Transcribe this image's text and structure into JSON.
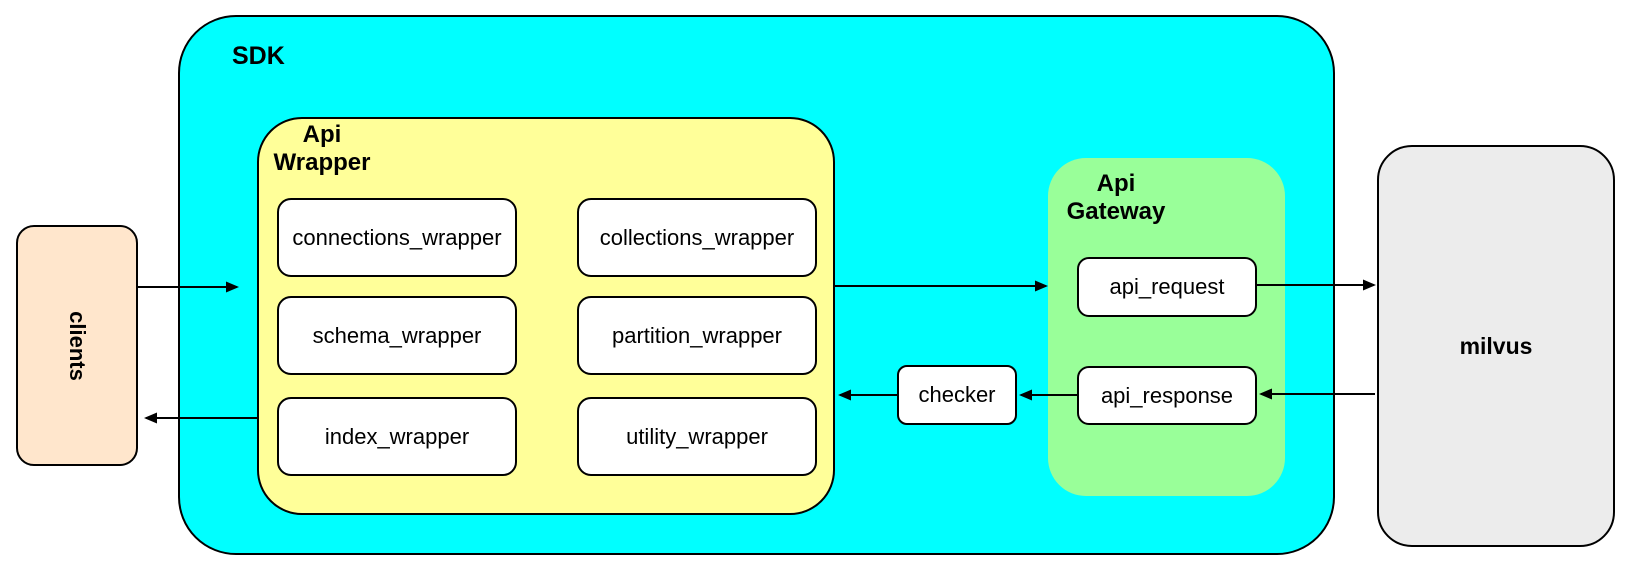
{
  "clients": {
    "label": "clients"
  },
  "sdk": {
    "label": "SDK"
  },
  "api_wrapper": {
    "line1": "Api",
    "line2": "Wrapper",
    "col1": [
      "connections_wrapper",
      "schema_wrapper",
      "index_wrapper"
    ],
    "col2": [
      "collections_wrapper",
      "partition_wrapper",
      "utility_wrapper"
    ]
  },
  "checker": {
    "label": "checker"
  },
  "api_gateway": {
    "line1": "Api",
    "line2": "Gateway",
    "request": "api_request",
    "response": "api_response"
  },
  "milvus": {
    "label": "milvus"
  },
  "connections": [
    {
      "from": "clients",
      "to": "SDK"
    },
    {
      "from": "Api Wrapper",
      "to": "Api Gateway"
    },
    {
      "from": "api_request",
      "to": "milvus"
    },
    {
      "from": "milvus",
      "to": "api_response"
    },
    {
      "from": "api_response",
      "to": "checker"
    },
    {
      "from": "checker",
      "to": "Api Wrapper"
    },
    {
      "from": "SDK",
      "to": "clients"
    }
  ],
  "colors": {
    "sdk_fill": "#00ffff",
    "api_wrapper_fill": "#ffff99",
    "api_gateway_fill": "#99ff99",
    "clients_fill": "#ffe6cc",
    "milvus_fill": "#ececec",
    "module_fill": "#ffffff",
    "border": "#000000"
  }
}
